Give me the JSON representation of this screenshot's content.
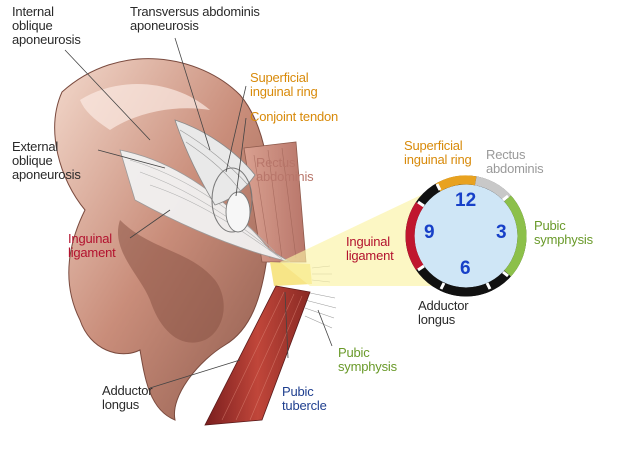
{
  "labels": {
    "internal_oblique": "Internal\noblique\naponeurosis",
    "transversus": "Transversus abdominis\naponeurosis",
    "superficial_ring_left": "Superficial\ninguinal ring",
    "conjoint_tendon": "Conjoint tendon",
    "rectus_left": "Rectus\nabdominis",
    "external_oblique": "External\noblique\naponeurosis",
    "inguinal_ligament_left": "Inguinal\nligament",
    "adductor_left": "Adductor\nlongus",
    "pubic_tubercle": "Pubic\ntubercle",
    "pubic_symphysis_left": "Pubic\nsymphysis",
    "superficial_ring_right": "Superficial\ninguinal ring",
    "rectus_right": "Rectus\nabdominis",
    "pubic_symphysis_right": "Pubic\nsymphysis",
    "inguinal_ligament_right": "Inguinal\nligament",
    "adductor_right": "Adductor\nlongus"
  },
  "clock": {
    "twelve": "12",
    "three": "3",
    "six": "6",
    "nine": "9"
  },
  "colors": {
    "red": "#b3122e",
    "orange": "#e8a220",
    "green": "#8cc04a",
    "gray": "#c8c8c8",
    "black": "#111111",
    "clock_face": "#cfe6f6",
    "numerals": "#1740c8"
  }
}
